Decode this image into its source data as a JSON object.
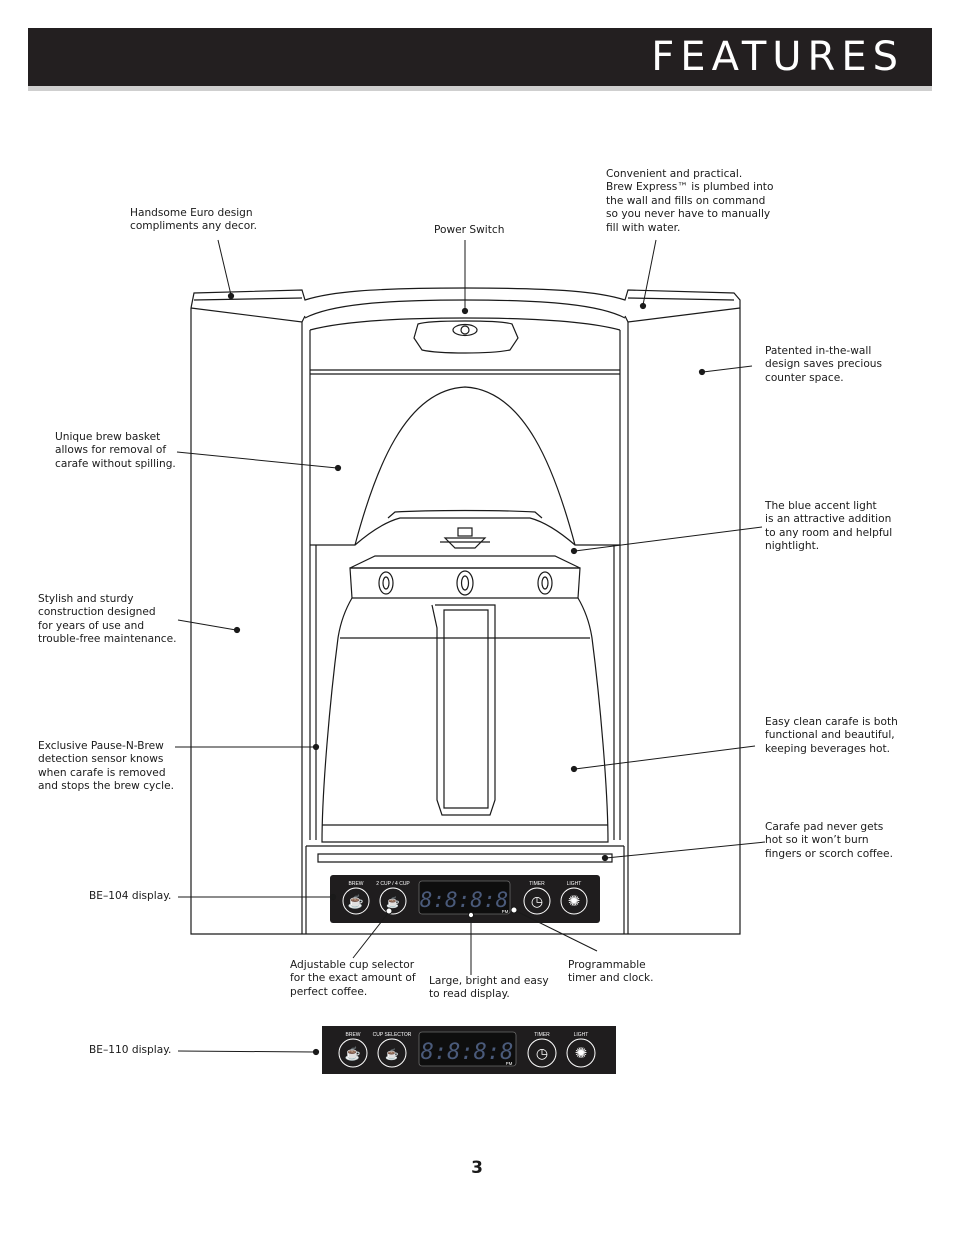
{
  "header": {
    "title": "FEATURES"
  },
  "callouts": {
    "euro_design": [
      "Handsome Euro design",
      "compliments any decor."
    ],
    "power_switch": [
      "Power Switch"
    ],
    "plumbed": [
      "Convenient and practical.",
      "Brew Express™ is plumbed into",
      "the wall and fills on command",
      "so you never have to manually",
      "fill with water."
    ],
    "in_wall": [
      "Patented in-the-wall",
      "design saves precious",
      "counter space."
    ],
    "brew_basket": [
      "Unique brew basket",
      "allows for removal of",
      "carafe without spilling."
    ],
    "blue_light": [
      "The blue accent light",
      "is an attractive addition",
      "to any room and helpful",
      "nightlight."
    ],
    "sturdy": [
      "Stylish and sturdy",
      "construction designed",
      "for years of use and",
      "trouble-free maintenance."
    ],
    "easy_clean": [
      "Easy clean carafe is both",
      "functional and beautiful,",
      "keeping beverages hot."
    ],
    "pause_n_brew": [
      "Exclusive Pause-N-Brew",
      "detection sensor knows",
      "when carafe is removed",
      "and stops the brew cycle."
    ],
    "carafe_pad": [
      "Carafe pad never gets",
      "hot so it won’t burn",
      "fingers or scorch coffee."
    ],
    "be104": [
      "BE–104 display."
    ],
    "cup_selector": [
      "Adjustable cup selector",
      "for the exact amount of",
      "perfect coffee."
    ],
    "large_display": [
      "Large, bright and easy",
      "to read display."
    ],
    "programmable": [
      "Programmable",
      "timer and clock."
    ],
    "be110": [
      "BE–110 display."
    ]
  },
  "panel_be104": {
    "brew": "BREW",
    "cup": "2 CUP / 4 CUP",
    "timer": "TIMER",
    "light": "LIGHT",
    "digits": "8:8:8:8",
    "pm": "PM"
  },
  "panel_be110": {
    "brew": "BREW",
    "cup": "CUP SELECTOR",
    "timer": "TIMER",
    "light": "LIGHT",
    "digits": "8:8:8:8",
    "pm": "PM"
  },
  "page_number": "3"
}
